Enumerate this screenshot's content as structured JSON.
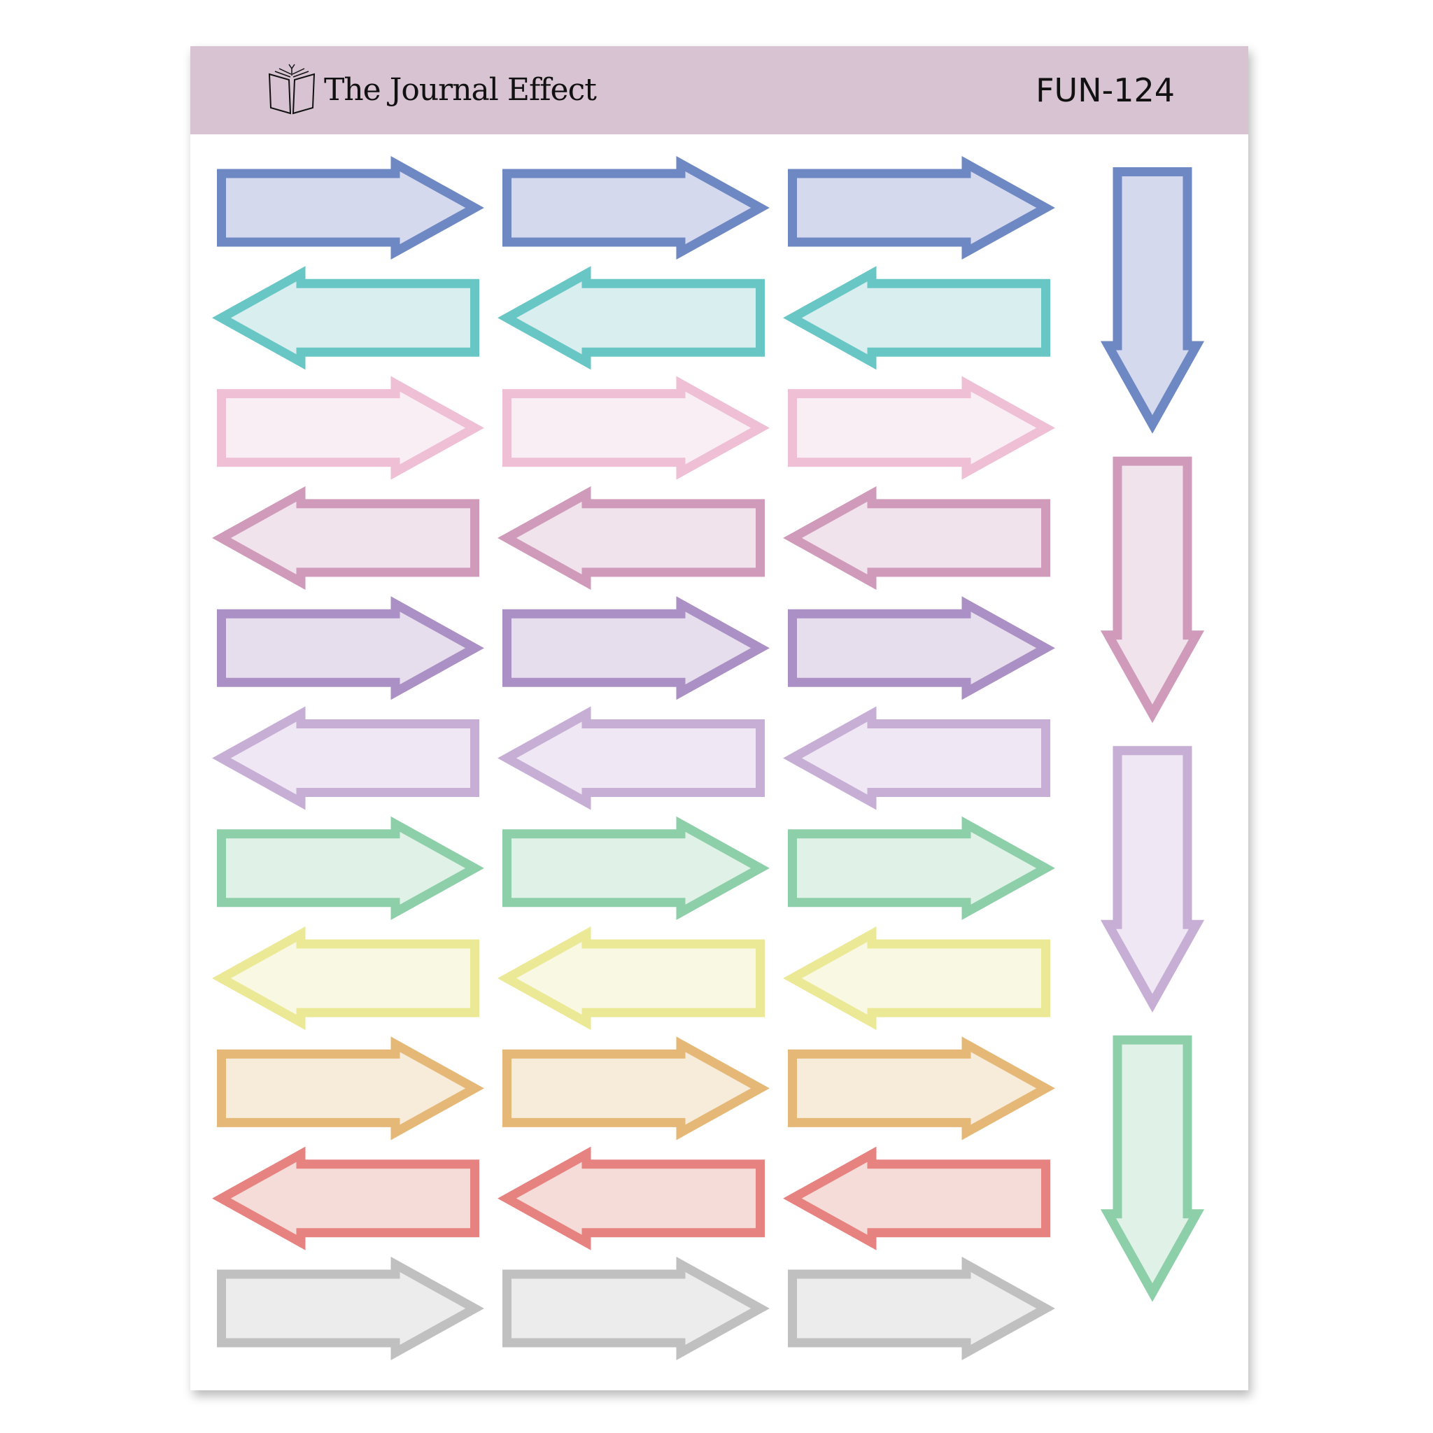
{
  "header": {
    "brand": "The Journal Effect",
    "product_code": "FUN-124"
  },
  "horizontal_rows": [
    {
      "direction": "right",
      "stroke": "#6e88c4",
      "fill": "#d5d9ee"
    },
    {
      "direction": "left",
      "stroke": "#68c6c5",
      "fill": "#d9efef"
    },
    {
      "direction": "right",
      "stroke": "#efbfd6",
      "fill": "#f9eef4"
    },
    {
      "direction": "left",
      "stroke": "#d09aba",
      "fill": "#f0e3ec"
    },
    {
      "direction": "right",
      "stroke": "#ab90c6",
      "fill": "#e7deed"
    },
    {
      "direction": "left",
      "stroke": "#c6aed5",
      "fill": "#efe8f4"
    },
    {
      "direction": "right",
      "stroke": "#8dcfa8",
      "fill": "#e0f2e7"
    },
    {
      "direction": "left",
      "stroke": "#ebe995",
      "fill": "#f8f8e3"
    },
    {
      "direction": "right",
      "stroke": "#e6b877",
      "fill": "#f7ebd9"
    },
    {
      "direction": "left",
      "stroke": "#e6827f",
      "fill": "#f6dcd8"
    },
    {
      "direction": "right",
      "stroke": "#c0c0c0",
      "fill": "#ececec"
    }
  ],
  "arrows_per_row": 3,
  "vertical_arrows": [
    {
      "direction": "down",
      "stroke": "#6e88c4",
      "fill": "#d5d9ee"
    },
    {
      "direction": "down",
      "stroke": "#d09aba",
      "fill": "#f0e3ec"
    },
    {
      "direction": "down",
      "stroke": "#c6aed5",
      "fill": "#efe8f4"
    },
    {
      "direction": "down",
      "stroke": "#8dcfa8",
      "fill": "#e0f2e7"
    }
  ]
}
